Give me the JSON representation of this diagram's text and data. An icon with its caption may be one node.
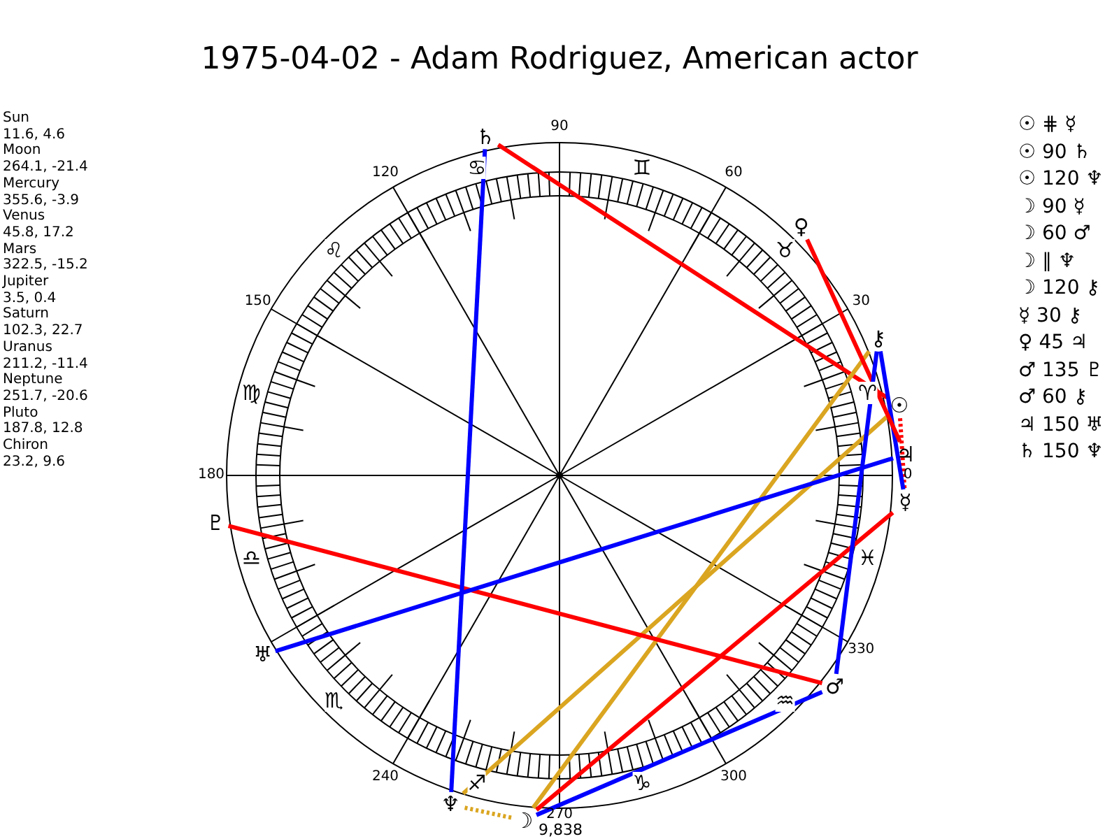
{
  "diagram": {
    "title": "1975-04-02 - Adam Rodriguez, American actor",
    "nodes": [
      {
        "text": [
          "☉"
        ]
      },
      {
        "text": [
          "☽"
        ]
      },
      {
        "text": [
          "☿"
        ]
      },
      {
        "text": [
          "♀"
        ]
      },
      {
        "text": [
          "♂"
        ]
      },
      {
        "text": [
          "♃"
        ]
      },
      {
        "text": [
          "♄"
        ]
      },
      {
        "text": [
          "♅"
        ]
      },
      {
        "text": [
          "♆"
        ]
      },
      {
        "text": [
          "♇"
        ]
      },
      {
        "text": [
          "⚷"
        ]
      }
    ],
    "edges": [
      {
        "from": 0,
        "to": 2,
        "arrow": "none",
        "style": "dashed",
        "color": "#ff0000"
      },
      {
        "from": 0,
        "to": 6,
        "arrow": "none",
        "color": "#ff0000"
      },
      {
        "from": 0,
        "to": 8,
        "arrow": "none",
        "color": "#daa520"
      },
      {
        "from": 1,
        "to": 2,
        "arrow": "none",
        "color": "#ff0000"
      },
      {
        "from": 1,
        "to": 4,
        "arrow": "none",
        "color": "#0000ff"
      },
      {
        "from": 1,
        "to": 8,
        "arrow": "none",
        "style": "dashed",
        "color": "#daa520"
      },
      {
        "from": 1,
        "to": 10,
        "arrow": "none",
        "color": "#daa520"
      },
      {
        "from": 2,
        "to": 10,
        "arrow": "none",
        "color": "#0000ff"
      },
      {
        "from": 3,
        "to": 5,
        "arrow": "none",
        "color": "#ff0000"
      },
      {
        "from": 4,
        "to": 9,
        "arrow": "none",
        "color": "#ff0000"
      },
      {
        "from": 4,
        "to": 10,
        "arrow": "none",
        "color": "#0000ff"
      },
      {
        "from": 5,
        "to": 7,
        "arrow": "none",
        "color": "#0000ff"
      },
      {
        "from": 6,
        "to": 8,
        "arrow": "none",
        "color": "#0000ff"
      }
    ],
    "labels": [
      "Sun",
      "11.6, 4.6",
      "Moon",
      "264.1, -21.4",
      "Mercury",
      "355.6, -3.9",
      "Venus",
      "45.8, 17.2",
      "Mars",
      "322.5, -15.2",
      "Jupiter",
      "3.5, 0.4",
      "Saturn",
      "102.3, 22.7",
      "Uranus",
      "211.2, -11.4",
      "Neptune",
      "251.7, -20.6",
      "Pluto",
      "187.8, 12.8",
      "Chiron",
      "23.2, 9.6",
      "90",
      "120",
      "60",
      "30",
      "150",
      "180",
      "0",
      "330",
      "240",
      "300",
      "270",
      "♋",
      "♊",
      "♌",
      "♉",
      "♈",
      "♍",
      "♓",
      "♎",
      "♏",
      "♒",
      "♐",
      "♑",
      "9,838",
      "☉ ⋕ ☿",
      "☉ 90 ♄",
      "☉ 120 ♆",
      "☽ 90 ☿",
      "☽ 60 ♂",
      "☽ ∥ ♆",
      "☽ 120 ⚷",
      "☿ 30 ⚷",
      "♀ 45 ♃",
      "♂ 135 ♇",
      "♂ 60 ⚷",
      "♃ 150 ♅",
      "♄ 150 ♆"
    ]
  }
}
